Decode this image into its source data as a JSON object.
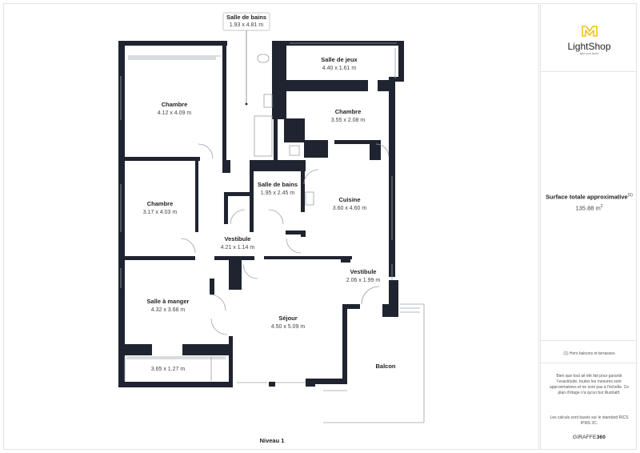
{
  "plan": {
    "level": "Niveau 1",
    "rooms": [
      {
        "name": "Salle de bains",
        "dims": "1.93 x 4.81 m"
      },
      {
        "name": "Salle de jeux",
        "dims": "4.40 x 1.61 m"
      },
      {
        "name": "Chambre",
        "dims": "4.12 x 4.09 m"
      },
      {
        "name": "Chambre",
        "dims": "3.55 x 2.08 m"
      },
      {
        "name": "Salle de bains",
        "dims": "1.95 x 2.45 m"
      },
      {
        "name": "Chambre",
        "dims": "3.17 x 4.03 m"
      },
      {
        "name": "Cuisine",
        "dims": "3.60 x 4.60 m"
      },
      {
        "name": "Vestibule",
        "dims": "4.21 x 1.14 m"
      },
      {
        "name": "Vestibule",
        "dims": "2.06 x 1.99 m"
      },
      {
        "name": "Salle à manger",
        "dims": "4.32 x 3.68 m"
      },
      {
        "name": "Séjour",
        "dims": "4.50 x 5.09 m"
      },
      {
        "name": "",
        "dims": "3.65 x 1.27 m"
      },
      {
        "name": "Balcon",
        "dims": ""
      }
    ]
  },
  "sidebar": {
    "logo": "LightShop",
    "logo_tagline": "light your world",
    "area_title": "Surface totale approximative",
    "area_title_note": "(1)",
    "area_value": "135.88 m",
    "area_unit_sup": "2",
    "footnote": "(1) Hors balcons et terrasses",
    "disclaimer": "Bien que tout ait été fait pour garantir l'exactitude, toutes les mesures sont approximatives et ne sont pas à l'échelle. Ce plan d'étage n'a qu'un but illustratif.",
    "standard": "Les calculs sont basés sur le standard RICS IPMS 3C.",
    "brand_prefix": "GIRAFFE",
    "brand_suffix": "360"
  },
  "colors": {
    "wall": "#1f2430",
    "logo_accent": "#f2c21b"
  }
}
